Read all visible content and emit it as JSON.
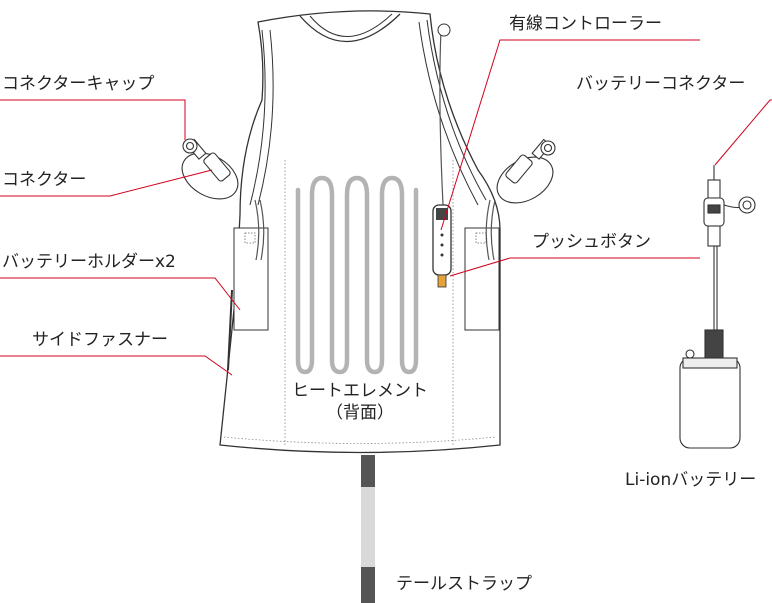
{
  "labels": {
    "connector_cap": "コネクターキャップ",
    "connector": "コネクター",
    "battery_holder": "バッテリーホルダーx2",
    "side_fastener": "サイドファスナー",
    "wired_controller": "有線コントローラー",
    "battery_connector": "バッテリーコネクター",
    "push_button": "プッシュボタン",
    "heat_element_line1": "ヒートエレメント",
    "heat_element_line2": "（背面）",
    "liion_battery": "Li-ionバッテリー",
    "tail_strap": "テールストラップ"
  },
  "colors": {
    "leader_line": "#d0021b",
    "outline": "#333333",
    "heat_element": "#b3b3b3",
    "strap_dark": "#555555",
    "strap_light": "#d9d9d9"
  }
}
